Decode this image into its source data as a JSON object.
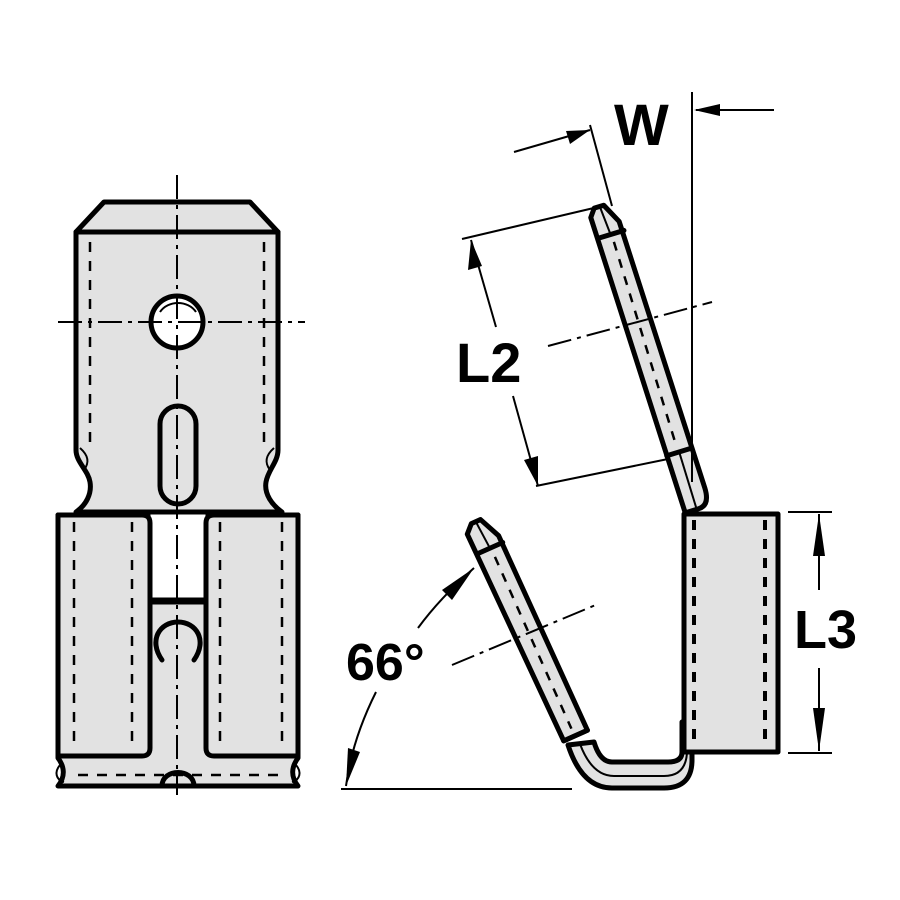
{
  "drawing": {
    "title": "Flat tab terminal with bent crimp, dimension drawing",
    "colors": {
      "line": "#000000",
      "part_fill": "#e2e2e2",
      "background": "#ffffff"
    },
    "views": {
      "front": {
        "name": "front-view"
      },
      "side": {
        "name": "side-view"
      }
    },
    "dimensions": {
      "width_label": "W",
      "tab_length_label": "L2",
      "crimp_length_label": "L3",
      "angle_label": "66°"
    }
  }
}
